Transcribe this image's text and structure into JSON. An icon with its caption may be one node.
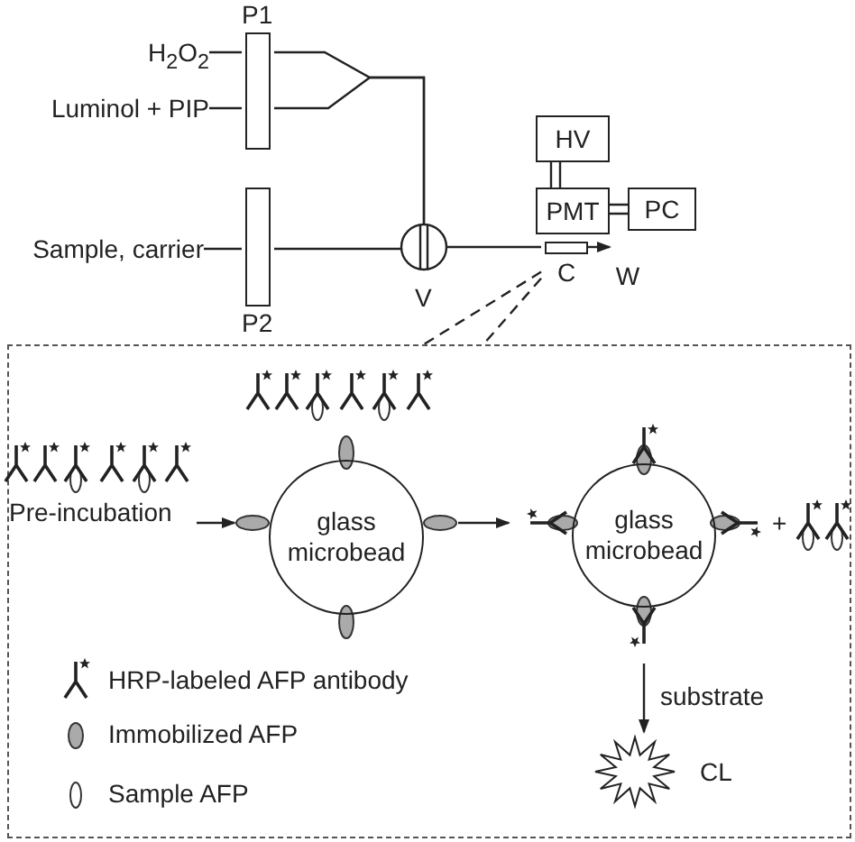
{
  "diagram": {
    "nodes": [
      {
        "text": [
          "H$_{2}$O$_{2}$"
        ]
      },
      {
        "text": [
          "Luminol + PIP"
        ]
      },
      {
        "text": [
          "Sample, carrier"
        ]
      },
      {
        "text": [
          "P1"
        ]
      },
      {
        "text": [
          "P2"
        ]
      },
      {
        "text": [
          "V"
        ]
      },
      {
        "text": [
          "C"
        ]
      },
      {
        "text": [
          "W"
        ]
      },
      {
        "text": [
          "HV"
        ]
      },
      {
        "text": [
          "PMT"
        ]
      },
      {
        "text": [
          "PC"
        ]
      },
      {
        "text": [],
        "shape": "box"
      },
      {
        "text": [
          "Pre-incubation"
        ],
        "in": 11
      },
      {
        "text": [
          "glass microbead"
        ],
        "in": 11
      },
      {
        "text": [
          "glass microbead"
        ],
        "in": 11
      },
      {
        "text": [
          "CL"
        ],
        "in": 11
      }
    ],
    "edges": [
      {
        "from": 0,
        "to": 3,
        "arrow": "none"
      },
      {
        "from": 1,
        "to": 3,
        "arrow": "none"
      },
      {
        "from": 3,
        "to": 5,
        "arrow": "none"
      },
      {
        "from": 3,
        "to": 5,
        "arrow": "none"
      },
      {
        "from": 2,
        "to": 4,
        "arrow": "none"
      },
      {
        "from": 4,
        "to": 5,
        "arrow": "none"
      },
      {
        "from": 5,
        "to": 6,
        "arrow": "none"
      },
      {
        "from": 6,
        "to": 7,
        "arrow": "to"
      },
      {
        "from": 8,
        "to": 9,
        "arrow": "none"
      },
      {
        "from": 9,
        "to": 10,
        "arrow": "none"
      },
      {
        "from": 6,
        "to": 11,
        "arrow": "none",
        "style": "dashed"
      },
      {
        "from": 6,
        "to": 11,
        "arrow": "none",
        "style": "dashed"
      },
      {
        "from": 12,
        "to": 13,
        "arrow": "to"
      },
      {
        "from": 13,
        "to": 14,
        "arrow": "to"
      },
      {
        "from": 14,
        "to": 15,
        "arrow": "to",
        "label": "substrate"
      }
    ],
    "labels": [
      "+"
    ],
    "legend": [
      {
        "text": "HRP-labeled AFP antibody"
      },
      {
        "text": "Immobilized AFP"
      },
      {
        "text": "Sample AFP"
      }
    ]
  }
}
